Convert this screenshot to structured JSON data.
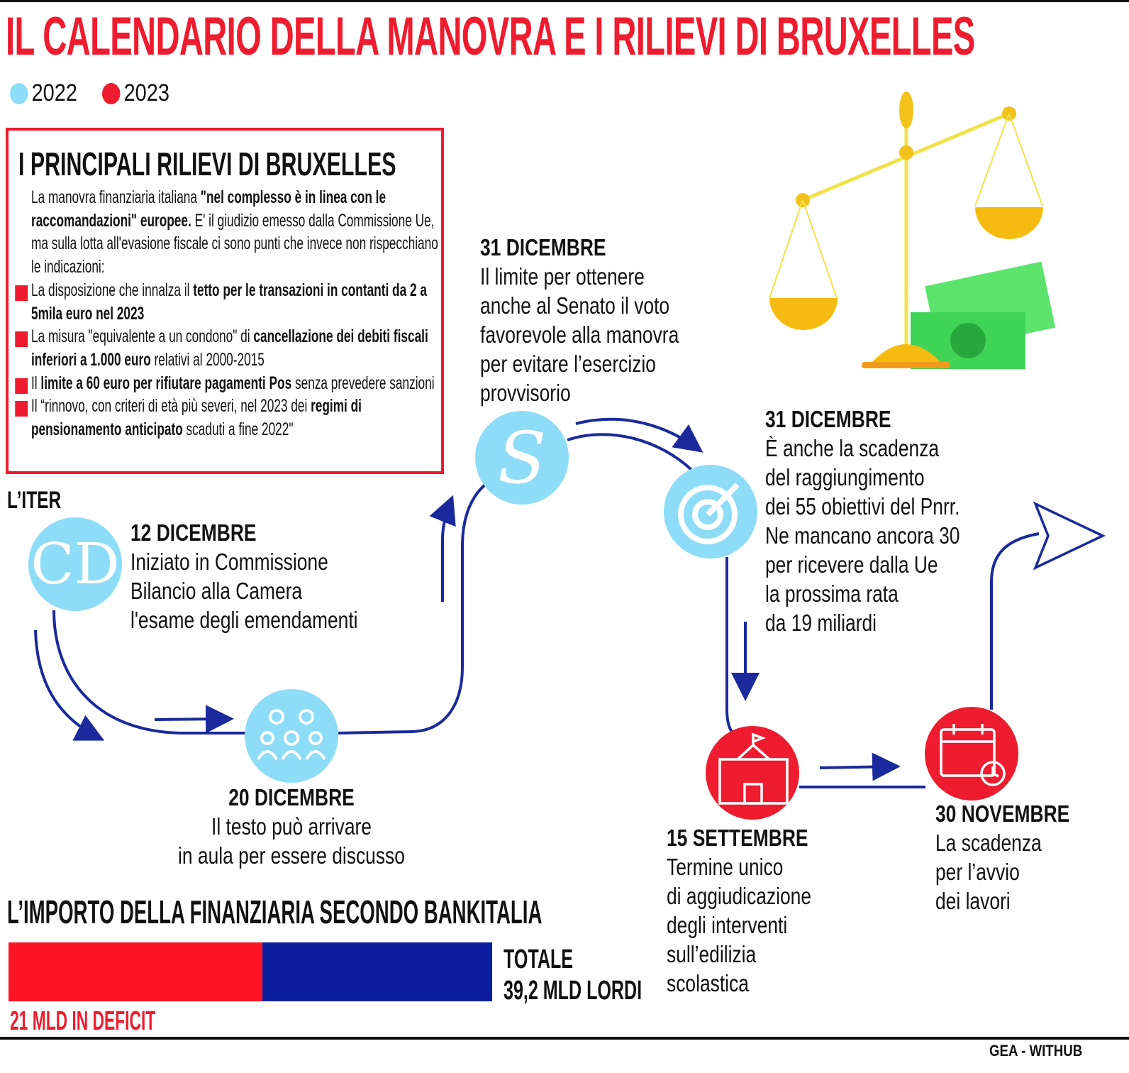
{
  "title": "IL CALENDARIO DELLA MANOVRA E I RILIEVI DI BRUXELLES",
  "legend": [
    {
      "label": "2022",
      "color": "#8ddcf8"
    },
    {
      "label": "2023",
      "color": "#ee1c2e"
    }
  ],
  "box": {
    "title": "I PRINCIPALI RILIEVI DI BRUXELLES",
    "intro": [
      "La manovra finanziaria italiana ",
      "\"nel complesso è in linea con le raccomandazioni\" europee.",
      " E' il giudizio emesso dalla Commissione Ue, ma sulla lotta all'evasione fiscale ci sono punti che invece non rispecchiano le indicazioni:"
    ],
    "bullets": [
      [
        "La disposizione che innalza il ",
        "tetto per le transazioni in contanti da 2 a 5mila euro nel 2023",
        ""
      ],
      [
        "La misura \"equivalente a un condono\" di ",
        "cancellazione dei debiti fiscali inferiori a 1.000 euro",
        " relativi al 2000-2015"
      ],
      [
        "Il ",
        "limite a 60 euro per rifiutare pagamenti Pos",
        " senza prevedere sanzioni"
      ],
      [
        "Il “rinnovo, con criteri di età più severi, nel 2023 dei ",
        "regimi di pensionamento anticipato",
        " scaduti a fine 2022\""
      ]
    ]
  },
  "iter_label": "L’ITER",
  "events": [
    {
      "date": "12 DICEMBRE",
      "lines": [
        "Iniziato in Commissione",
        "Bilancio alla Camera",
        "l'esame degli emendamenti"
      ]
    },
    {
      "date": "20 DICEMBRE",
      "lines": [
        "Il testo può arrivare",
        "in aula per essere discusso"
      ]
    },
    {
      "date": "31 DICEMBRE",
      "lines": [
        "Il limite per ottenere",
        "anche al Senato il voto",
        "favorevole alla manovra",
        "per evitare l’esercizio",
        "provvisorio"
      ]
    },
    {
      "date": "31 DICEMBRE",
      "lines": [
        "È anche la scadenza",
        "del raggiungimento",
        "dei 55 obiettivi del Pnrr.",
        "Ne mancano ancora 30",
        "per ricevere dalla Ue",
        "la prossima rata",
        "da 19 miliardi"
      ]
    },
    {
      "date": "15 SETTEMBRE",
      "lines": [
        "Termine unico",
        "di aggiudicazione",
        "degli interventi",
        "sull’edilizia",
        "scolastica"
      ]
    },
    {
      "date": "30 NOVEMBRE",
      "lines": [
        "La scadenza",
        "per l’avvio",
        "dei lavori"
      ]
    }
  ],
  "importo": {
    "title": "L’IMPORTO DELLA FINANZIARIA SECONDO BANKITALIA",
    "total_line1": "TOTALE",
    "total_line2": "39,2 MLD LORDI",
    "deficit_label": "21 MLD IN DEFICIT",
    "deficit_value": 21,
    "total_value": 39.2
  },
  "colors": {
    "red": "#ee1c2e",
    "blue": "#0b1e9f",
    "light": "#8ddcf8",
    "line": "#1a2a9c"
  },
  "credit": "GEA - WITHUB"
}
